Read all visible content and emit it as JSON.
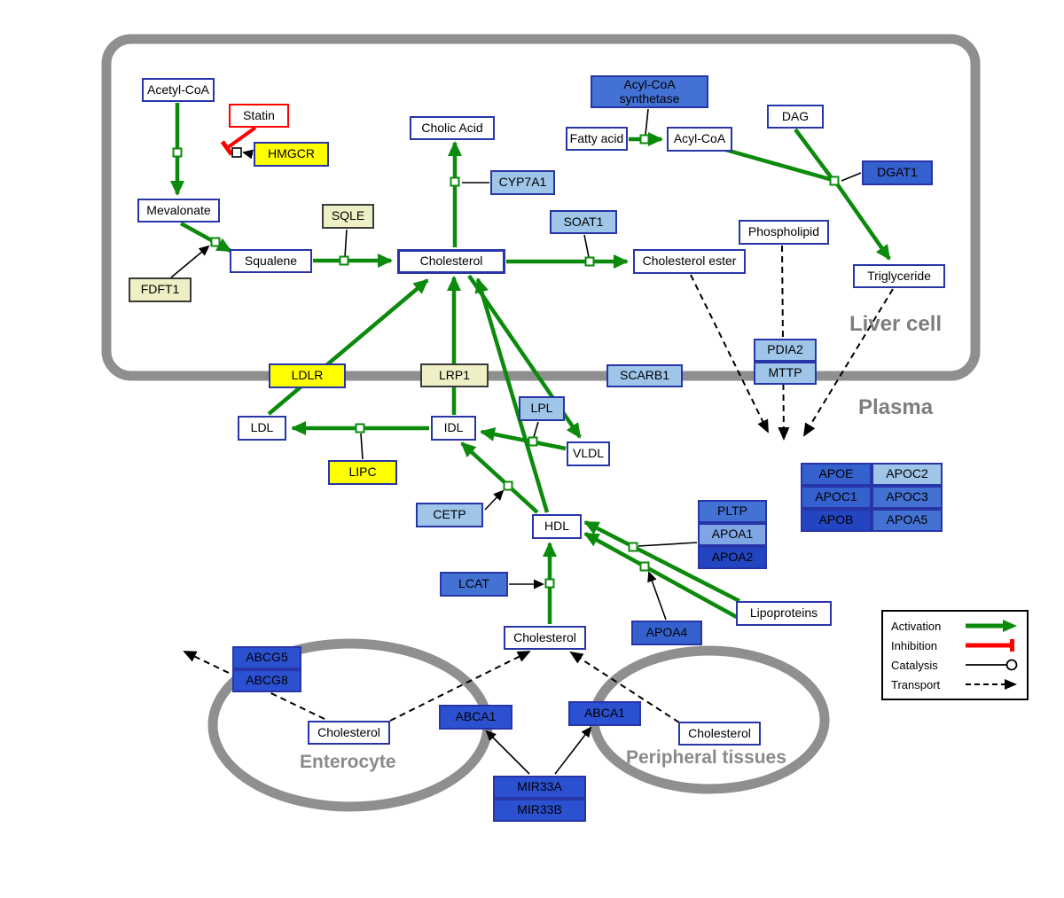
{
  "compartments": {
    "liver": "Liver cell",
    "plasma": "Plasma",
    "enterocyte": "Enterocyte",
    "peripheral": "Peripheral tissues"
  },
  "nodes": {
    "acetyl_coa": {
      "label": "Acetyl-CoA"
    },
    "statin": {
      "label": "Statin"
    },
    "hmgcr": {
      "label": "HMGCR"
    },
    "mevalonate": {
      "label": "Mevalonate"
    },
    "sqle": {
      "label": "SQLE"
    },
    "fdft1": {
      "label": "FDFT1"
    },
    "squalene": {
      "label": "Squalene"
    },
    "cholesterol_liver": {
      "label": "Cholesterol"
    },
    "cholic_acid": {
      "label": "Cholic Acid"
    },
    "cyp7a1": {
      "label": "CYP7A1"
    },
    "soat1": {
      "label": "SOAT1"
    },
    "cholesterol_ester": {
      "label": "Cholesterol ester"
    },
    "acyl_coa_synthetase": {
      "label": "Acyl-CoA synthetase"
    },
    "fatty_acid": {
      "label": "Fatty acid"
    },
    "acyl_coa": {
      "label": "Acyl-CoA"
    },
    "dag": {
      "label": "DAG"
    },
    "dgat1": {
      "label": "DGAT1"
    },
    "phospholipid": {
      "label": "Phospholipid"
    },
    "triglyceride": {
      "label": "Triglyceride"
    },
    "pdia2": {
      "label": "PDIA2"
    },
    "mttp": {
      "label": "MTTP"
    },
    "ldlr": {
      "label": "LDLR"
    },
    "lrp1": {
      "label": "LRP1"
    },
    "scarb1": {
      "label": "SCARB1"
    },
    "ldl": {
      "label": "LDL"
    },
    "idl": {
      "label": "IDL"
    },
    "lpl": {
      "label": "LPL"
    },
    "vldl": {
      "label": "VLDL"
    },
    "lipc": {
      "label": "LIPC"
    },
    "cetp": {
      "label": "CETP"
    },
    "hdl": {
      "label": "HDL"
    },
    "pltp": {
      "label": "PLTP"
    },
    "apoa1": {
      "label": "APOA1"
    },
    "apoa2": {
      "label": "APOA2"
    },
    "lcat": {
      "label": "LCAT"
    },
    "apoa4": {
      "label": "APOA4"
    },
    "lipoproteins": {
      "label": "Lipoproteins"
    },
    "apoe": {
      "label": "APOE"
    },
    "apoc2": {
      "label": "APOC2"
    },
    "apoc1": {
      "label": "APOC1"
    },
    "apoc3": {
      "label": "APOC3"
    },
    "apob": {
      "label": "APOB"
    },
    "apoa5": {
      "label": "APOA5"
    },
    "cholesterol_plasma": {
      "label": "Cholesterol"
    },
    "abcg5": {
      "label": "ABCG5"
    },
    "abcg8": {
      "label": "ABCG8"
    },
    "cholesterol_enterocyte": {
      "label": "Cholesterol"
    },
    "abca1_left": {
      "label": "ABCA1"
    },
    "abca1_right": {
      "label": "ABCA1"
    },
    "cholesterol_peripheral": {
      "label": "Cholesterol"
    },
    "mir33a": {
      "label": "MIR33A"
    },
    "mir33b": {
      "label": "MIR33B"
    }
  },
  "legend": {
    "items": [
      {
        "label": "Activation",
        "type": "activation"
      },
      {
        "label": "Inhibition",
        "type": "inhibition"
      },
      {
        "label": "Catalysis",
        "type": "catalysis"
      },
      {
        "label": "Transport",
        "type": "transport"
      }
    ]
  },
  "colors": {
    "activation": "#0B8A0B",
    "inhibition": "#FF0000",
    "catalysis": "#000000",
    "transport": "#000000",
    "membrane": "#8F8F8F",
    "metabolite_border": "#2735A8",
    "enzyme_yellow": "#FFFF00",
    "enzyme_khaki": "#EFEFC6",
    "enzyme_lightblue": "#9FC5E8",
    "enzyme_blue": "#4472D4",
    "enzyme_darkblue": "#2445C2"
  }
}
